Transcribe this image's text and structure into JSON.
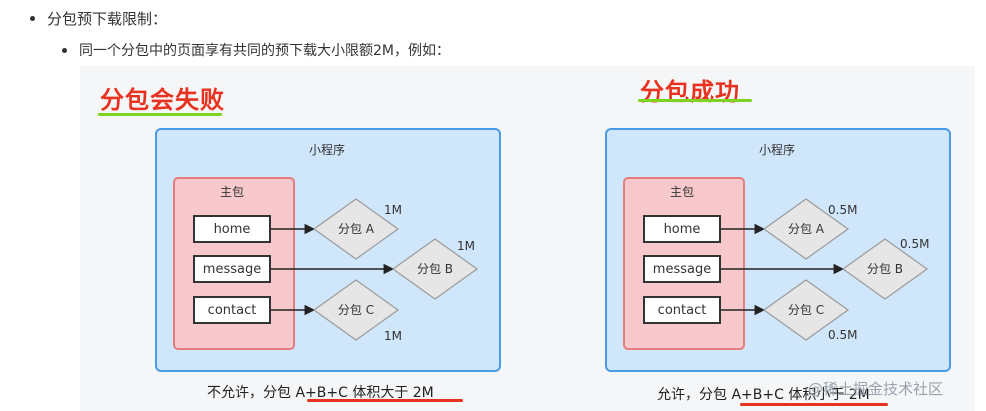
{
  "bullets": {
    "level1": "分包预下载限制：",
    "level2": "同一个分包中的页面享有共同的预下载大小限额2M，例如："
  },
  "left": {
    "title": "分包会失败",
    "panel_label": "小程序",
    "main_label": "主包",
    "boxes": [
      "home",
      "message",
      "contact"
    ],
    "diamonds": [
      "分包 A",
      "分包 B",
      "分包 C"
    ],
    "sizes": [
      "1M",
      "1M",
      "1M"
    ],
    "caption": "不允许，分包 A+B+C 体积大于 2M"
  },
  "right": {
    "title": "分包成功",
    "panel_label": "小程序",
    "main_label": "主包",
    "boxes": [
      "home",
      "message",
      "contact"
    ],
    "diamonds": [
      "分包 A",
      "分包 B",
      "分包 C"
    ],
    "sizes": [
      "0.5M",
      "0.5M",
      "0.5M"
    ],
    "caption": "允许，分包 A+B+C 体积小于 2M"
  },
  "watermark": "@稀土掘金技术社区",
  "colors": {
    "title_red": "#e8321f",
    "green_underline": "#7ed321",
    "red_underline": "#e8321f",
    "panel_fill": "#cfe6fb",
    "panel_border": "#4a9be6",
    "main_fill": "#f7c9cc",
    "main_border": "#e77c7f",
    "diamond_fill": "#e6e6e6"
  }
}
